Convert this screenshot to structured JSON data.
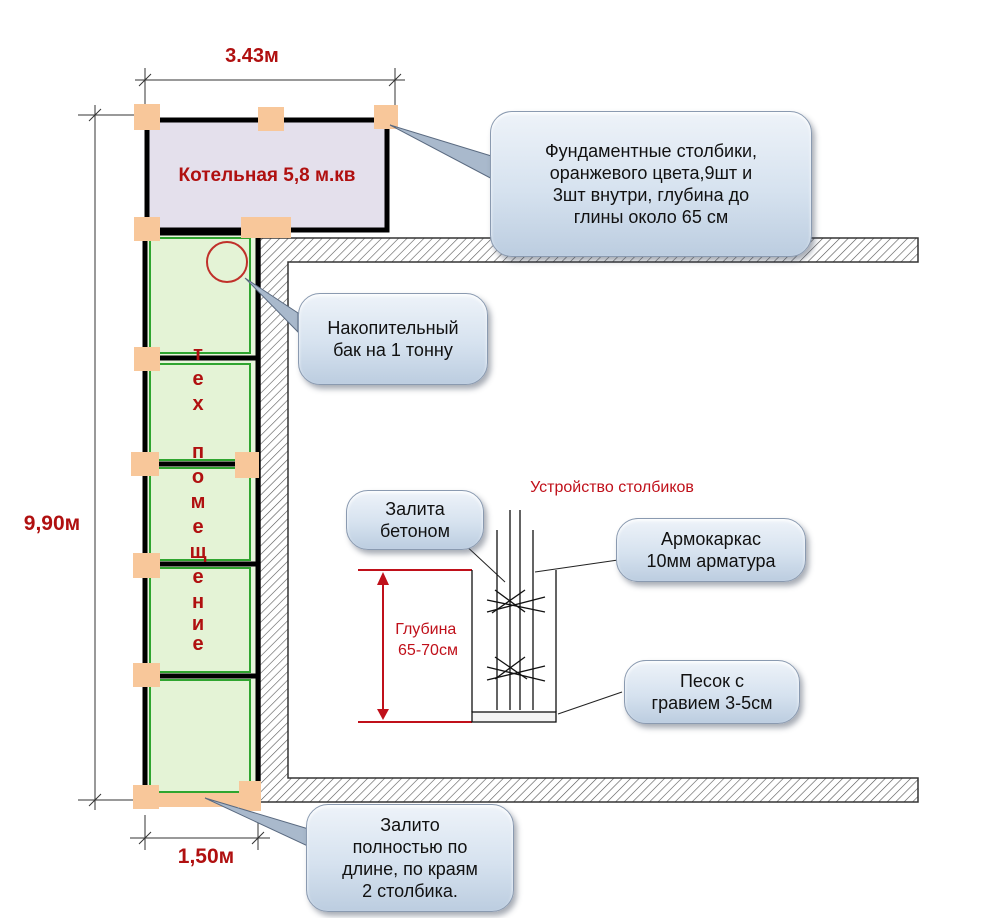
{
  "dimensions": {
    "top_width": "3.43м",
    "height": "9,90м",
    "bottom_width": "1,50м"
  },
  "rooms": {
    "boiler_room": "Котельная 5,8 м.кв",
    "tech_room_letters": [
      "т",
      "е",
      "х",
      "п",
      "о",
      "м",
      "е",
      "щ",
      "е",
      "н",
      "и",
      "е"
    ]
  },
  "callouts": {
    "foundation": "Фундаментные столбики,\nоранжевого цвета,9шт и\n3шт внутри, глубина до\nглины около 65 см",
    "tank": "Накопительный\nбак на 1 тонну",
    "concrete": "Залита\nбетоном",
    "rebar": "Армокаркас\n10мм арматура",
    "sand": "Песок с\nгравием 3-5см",
    "filled": "Залито\nполностью по\nдлине, по краям\n2 столбика."
  },
  "pillar_detail": {
    "title": "Устройство столбиков",
    "depth_label": "Глубина\n65-70см"
  },
  "colors": {
    "pillar": "#f8c79a",
    "boiler_fill": "#e4e0ec",
    "room_fill": "#e4f3d6",
    "label_red": "#b01010",
    "callout_border": "#8a9ab0"
  }
}
